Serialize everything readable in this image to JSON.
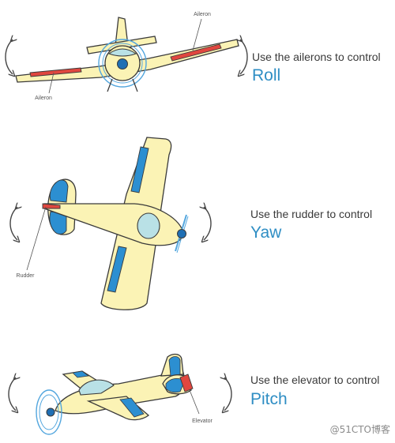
{
  "panels": [
    {
      "caption": "Use the ailerons to control",
      "axis": "Roll"
    },
    {
      "caption": "Use the rudder to control",
      "axis": "Yaw"
    },
    {
      "caption": "Use the elevator to control",
      "axis": "Pitch"
    }
  ],
  "labels": {
    "aileron_right": "Aileron",
    "aileron_left": "Aileron",
    "rudder": "Rudder",
    "elevator": "Elevator"
  },
  "watermark": "@51CTO博客",
  "colors": {
    "body": "#fbf3b5",
    "outline": "#3a3a3a",
    "control_surface": "#e0473f",
    "blue_panel": "#2c8fd1",
    "canopy": "#b9e1e6",
    "propeller_ring": "#52a6de",
    "accent_text": "#2f8ec4"
  }
}
